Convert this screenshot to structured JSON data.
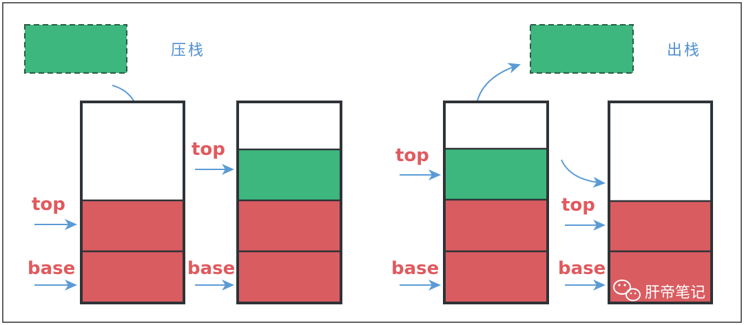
{
  "colors": {
    "frame": "#2b2b2b",
    "stack_border": "#2e3338",
    "element_red": "#d95c60",
    "element_green": "#3db77e",
    "label_red": "#e05a5e",
    "arrow_blue": "#5b9bd5",
    "op_label_blue": "#4f8fd0",
    "watermark": "#ffffff"
  },
  "labels": {
    "top": "top",
    "base": "base",
    "push": "压栈",
    "pop": "出栈"
  },
  "watermark": {
    "icon": "wechat-icon",
    "text": "肝帝笔记"
  },
  "stacks": [
    {
      "name": "push-before",
      "filled": [
        "red",
        "red"
      ],
      "top_at": 2
    },
    {
      "name": "push-after",
      "filled": [
        "red",
        "red",
        "green"
      ],
      "top_at": 3
    },
    {
      "name": "pop-before",
      "filled": [
        "red",
        "red",
        "green"
      ],
      "top_at": 3
    },
    {
      "name": "pop-after",
      "filled": [
        "red",
        "red"
      ],
      "top_at": 2
    }
  ]
}
